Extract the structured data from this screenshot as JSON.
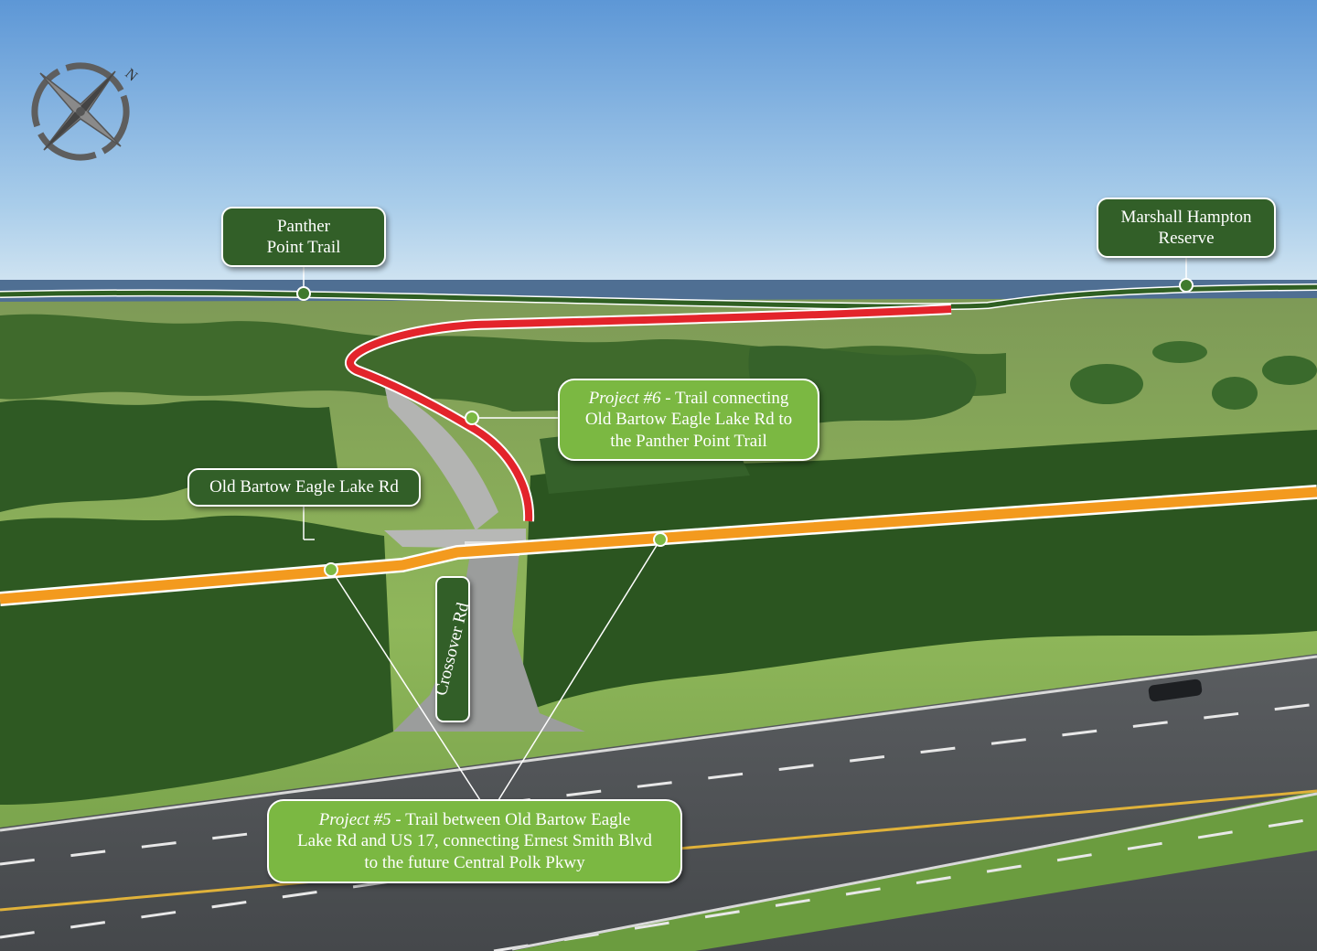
{
  "map": {
    "compass": {
      "north_label": "N"
    },
    "labels": {
      "panther_point_trail": {
        "line1": "Panther",
        "line2": "Point Trail"
      },
      "marshall_hampton_reserve": {
        "line1": "Marshall Hampton",
        "line2": "Reserve"
      },
      "old_bartow_eagle_lake_rd": {
        "text": "Old Bartow Eagle Lake Rd"
      },
      "crossover_rd": {
        "text": "Crossover Rd"
      }
    },
    "projects": {
      "project6": {
        "prefix": "Project #6",
        "line1_rest": " - Trail connecting",
        "line2": "Old Bartow Eagle Lake Rd to",
        "line3": "the Panther Point Trail"
      },
      "project5": {
        "prefix": "Project #5",
        "line1_rest": " - Trail between Old Bartow Eagle",
        "line2": "Lake Rd and US 17, connecting Ernest Smith Blvd",
        "line3": "to the future Central Polk Pkwy"
      }
    },
    "colors": {
      "existing_trail": "#2f5f22",
      "project6_trail": "#e3242b",
      "project5_trail": "#f39a1e",
      "label_dark": "#325f28",
      "label_light": "#7bb842"
    }
  }
}
